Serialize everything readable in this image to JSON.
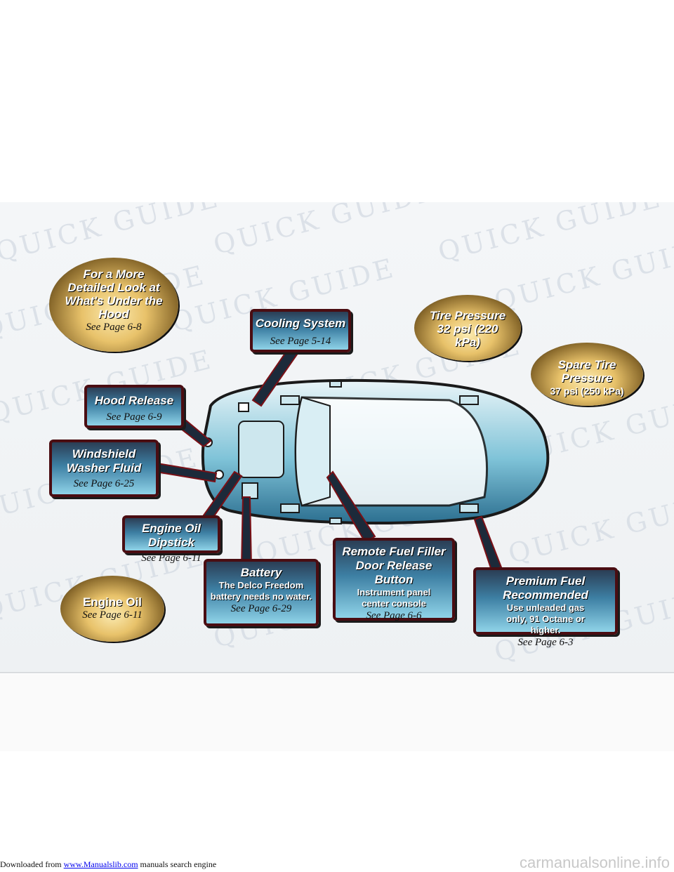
{
  "watermark": "QUICK GUIDE",
  "callouts": {
    "detailed_look": {
      "title": "For a More Detailed Look at What's Under the Hood",
      "page": "See Page 6-8"
    },
    "cooling": {
      "title": "Cooling System",
      "page": "See Page 5-14"
    },
    "tire_pressure": {
      "title": "Tire Pressure 32 psi (220 kPa)"
    },
    "spare_tire": {
      "title": "Spare Tire Pressure",
      "value": "37 psi (250 kPa)"
    },
    "hood_release": {
      "title": "Hood Release",
      "page": "See Page 6-9"
    },
    "washer_fluid": {
      "title": "Windshield Washer Fluid",
      "page": "See Page 6-25"
    },
    "dipstick": {
      "title": "Engine Oil Dipstick",
      "page": "See Page 6-11"
    },
    "engine_oil": {
      "title": "Engine Oil",
      "page": "See Page 6-11"
    },
    "battery": {
      "title": "Battery",
      "body": "The Delco Freedom battery needs no water.",
      "page": "See Page 6-29"
    },
    "fuel_door": {
      "title": "Remote Fuel Filler Door Release Button",
      "body": "Instrument panel center console",
      "page": "See Page 6-6"
    },
    "premium_fuel": {
      "title": "Premium Fuel Recommended",
      "body": "Use unleaded gas only, 91 Octane or higher.",
      "page": "See Page 6-3"
    }
  },
  "footer": {
    "prefix": "Downloaded from ",
    "link": "www.Manualslib.com",
    "suffix": " manuals search engine",
    "brand": "carmanualsonline.info"
  }
}
